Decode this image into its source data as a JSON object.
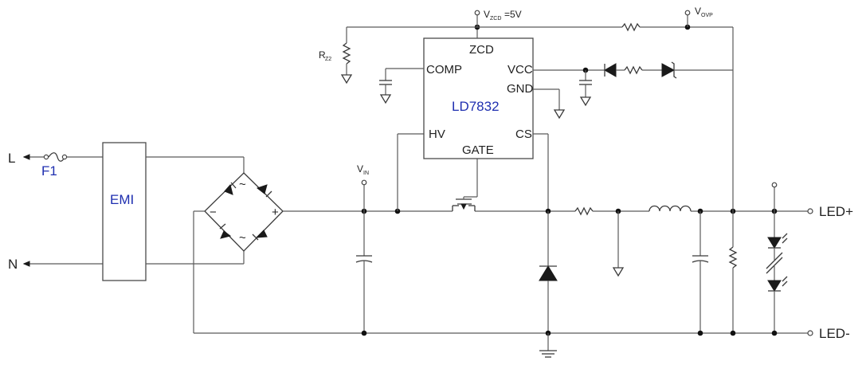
{
  "labels": {
    "line_l": "L",
    "line_n": "N",
    "fuse": "F1",
    "emi": "EMI",
    "vin_main": "V",
    "vin_sub": "IN",
    "vzcd_main": "V",
    "vzcd_sub": "ZCD",
    "vzcd_value": "=5V",
    "vovp_main": "V",
    "vovp_sub": "OVP",
    "rz2_main": "R",
    "rz2_sub": "Z2",
    "led_plus": "LED+",
    "led_minus": "LED-",
    "bridge_plus": "+",
    "bridge_minus": "−",
    "bridge_ac_top": "~",
    "bridge_ac_bottom": "~"
  },
  "ic": {
    "name": "LD7832",
    "pins": {
      "zcd": "ZCD",
      "comp": "COMP",
      "vcc": "VCC",
      "gnd": "GND",
      "hv": "HV",
      "cs": "CS",
      "gate": "GATE"
    }
  },
  "colors": {
    "accent_text": "#1f2fb0",
    "wire": "#5a5a5a",
    "component": "#1a1a1a"
  }
}
